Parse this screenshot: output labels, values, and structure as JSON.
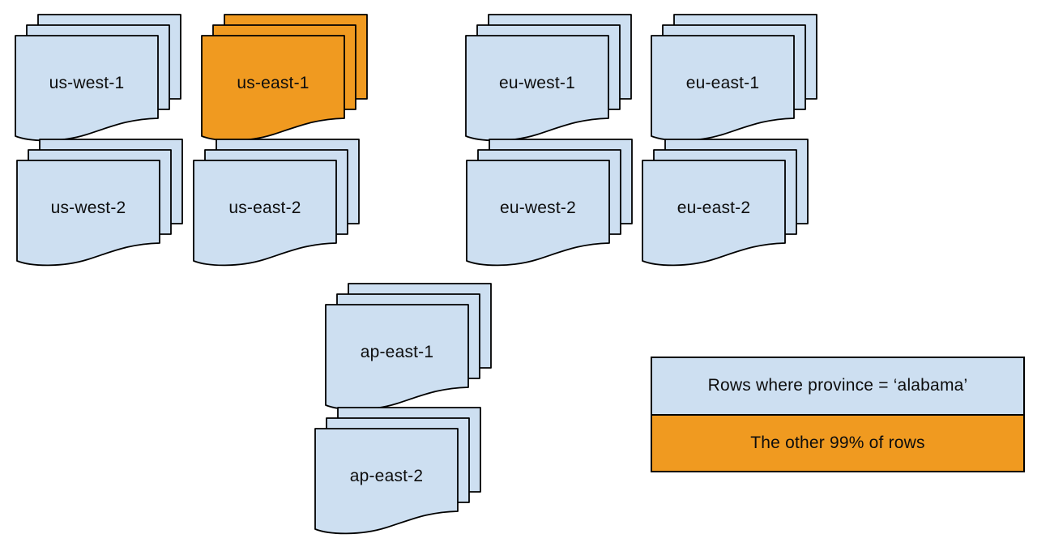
{
  "colors": {
    "region_fill": "#cddff1",
    "highlight_fill": "#f09a20",
    "outline": "#000000",
    "background": "#ffffff"
  },
  "stacks": [
    {
      "id": "us-west-1",
      "label": "us-west-1",
      "color": "#cddff1"
    },
    {
      "id": "us-east-1",
      "label": "us-east-1",
      "color": "#f09a20"
    },
    {
      "id": "eu-west-1",
      "label": "eu-west-1",
      "color": "#cddff1"
    },
    {
      "id": "eu-east-1",
      "label": "eu-east-1",
      "color": "#cddff1"
    },
    {
      "id": "us-west-2",
      "label": "us-west-2",
      "color": "#cddff1"
    },
    {
      "id": "us-east-2",
      "label": "us-east-2",
      "color": "#cddff1"
    },
    {
      "id": "eu-west-2",
      "label": "eu-west-2",
      "color": "#cddff1"
    },
    {
      "id": "eu-east-2",
      "label": "eu-east-2",
      "color": "#cddff1"
    },
    {
      "id": "ap-east-1",
      "label": "ap-east-1",
      "color": "#cddff1"
    },
    {
      "id": "ap-east-2",
      "label": "ap-east-2",
      "color": "#cddff1"
    }
  ],
  "legend": {
    "items": [
      {
        "label": "Rows where province = ‘alabama’",
        "color": "#cddff1"
      },
      {
        "label": "The other 99% of rows",
        "color": "#f09a20"
      }
    ]
  }
}
